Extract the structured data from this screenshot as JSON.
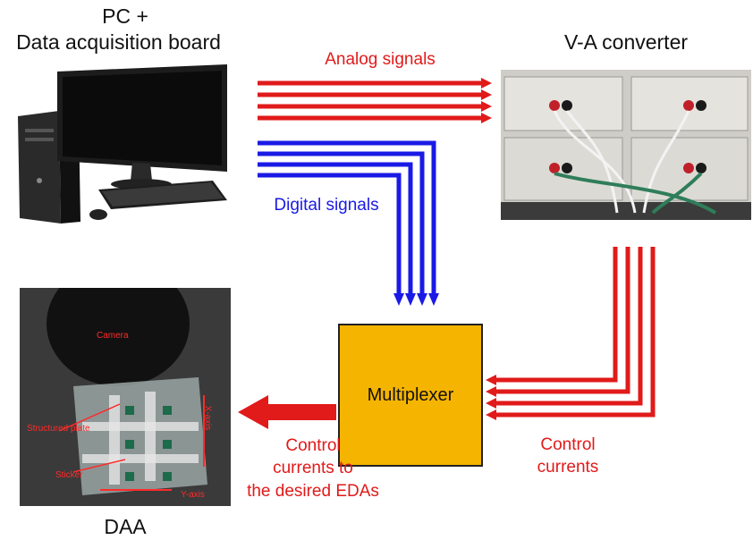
{
  "labels": {
    "pc_title": "PC +",
    "pc_subtitle": "Data acquisition board",
    "va_converter": "V-A converter",
    "analog_signals": "Analog signals",
    "digital_signals": "Digital signals",
    "multiplexer": "Multiplexer",
    "control_currents_line1": "Control",
    "control_currents_line2": "currents",
    "control_desired_line1": "Control",
    "control_desired_line2": "currents to",
    "control_desired_line3": "the desired EDAs",
    "daa": "DAA"
  },
  "photo_labels": {
    "camera": "Camera",
    "structured_plate": "Structured plate",
    "sticker": "Sticker",
    "x_axis": "X-axis",
    "y_axis": "Y-axis"
  },
  "colors": {
    "red": "#e11a1a",
    "blue": "#1a1ae6",
    "multiplexer_fill": "#f5b400"
  },
  "icons": {
    "pc": "desktop-computer-icon",
    "converter": "v-a-converter-photo",
    "daa": "daa-setup-photo"
  }
}
